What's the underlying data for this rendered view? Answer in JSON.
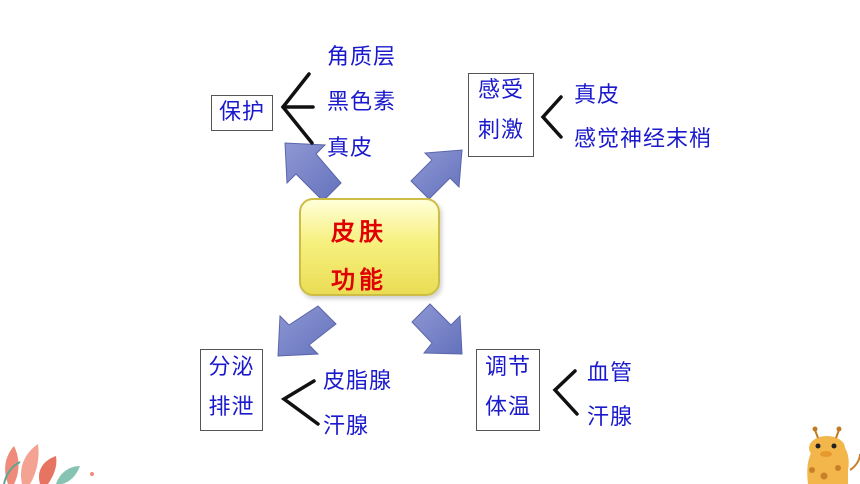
{
  "center": {
    "line1": "皮肤",
    "line2": "功能"
  },
  "branches": {
    "protect": {
      "label": "保护",
      "items": [
        "角质层",
        "黑色素",
        "真皮"
      ]
    },
    "sense": {
      "label_line1": "感受",
      "label_line2": "刺激",
      "items": [
        "真皮",
        "感觉神经末梢"
      ]
    },
    "secrete": {
      "label_line1": "分泌",
      "label_line2": "排泄",
      "items": [
        "皮脂腺",
        "汗腺"
      ]
    },
    "regulate": {
      "label_line1": "调节",
      "label_line2": "体温",
      "items": [
        "血管",
        "汗腺"
      ]
    }
  },
  "colors": {
    "text": "#1a1acc",
    "center_text": "#e00000",
    "arrow": "#7a86c8",
    "center_fill": "#f6f07e"
  }
}
